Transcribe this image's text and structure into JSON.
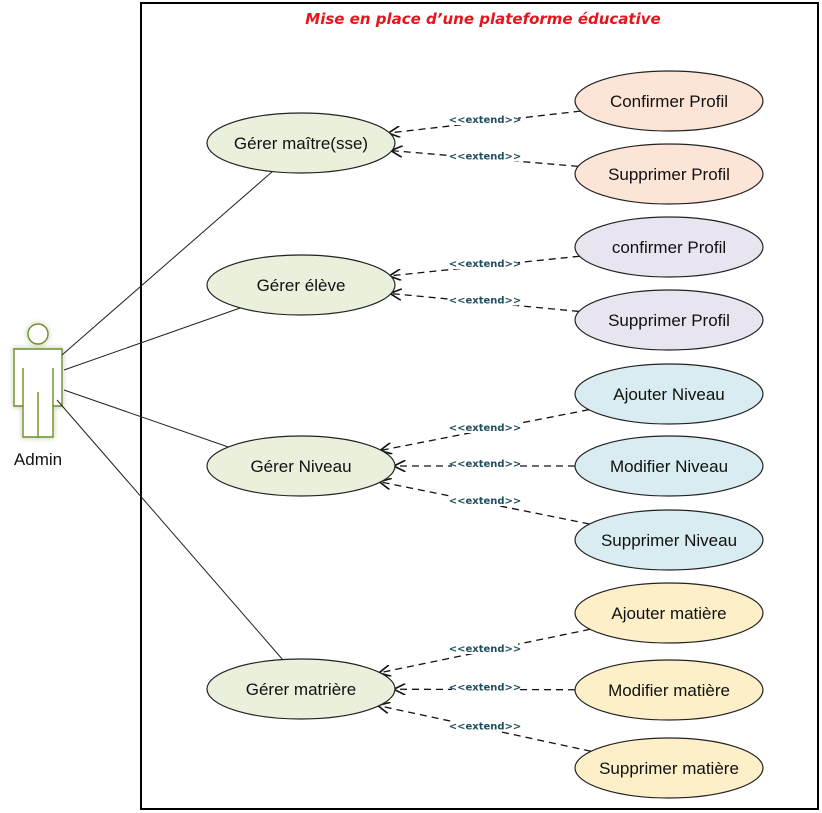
{
  "system": {
    "title": "Mise en place d’une plateforme éducative",
    "title_color": "#e8141c",
    "border_color": "#000000"
  },
  "actor": {
    "label": "Admin",
    "icon": "stick-figure-actor-icon",
    "outline_color": "#6b8e23",
    "glow_color": "#cfe3a8"
  },
  "main_use_cases": [
    {
      "id": "uc_maitre",
      "label": "Gérer maître(sse)",
      "fill": "#e9f1dd"
    },
    {
      "id": "uc_eleve",
      "label": "Gérer élève",
      "fill": "#e9f1dd"
    },
    {
      "id": "uc_niveau",
      "label": "Gérer Niveau",
      "fill": "#e9f1dd"
    },
    {
      "id": "uc_matiere",
      "label": "Gérer matrière",
      "fill": "#e9f1dd"
    }
  ],
  "extension_use_cases": [
    {
      "id": "ext_confirmer_maitre",
      "label": "Confirmer Profil",
      "fill": "#fce4d6",
      "extends": "uc_maitre"
    },
    {
      "id": "ext_supprimer_maitre",
      "label": "Supprimer Profil",
      "fill": "#fce4d6",
      "extends": "uc_maitre"
    },
    {
      "id": "ext_confirmer_eleve",
      "label": "confirmer Profil",
      "fill": "#e8e4f0",
      "extends": "uc_eleve"
    },
    {
      "id": "ext_supprimer_eleve",
      "label": "Supprimer Profil",
      "fill": "#e8e4f0",
      "extends": "uc_eleve"
    },
    {
      "id": "ext_ajouter_niveau",
      "label": "Ajouter Niveau",
      "fill": "#d9ecf2",
      "extends": "uc_niveau"
    },
    {
      "id": "ext_modifier_niveau",
      "label": "Modifier Niveau",
      "fill": "#d9ecf2",
      "extends": "uc_niveau"
    },
    {
      "id": "ext_supprimer_niveau",
      "label": "Supprimer Niveau",
      "fill": "#d9ecf2",
      "extends": "uc_niveau"
    },
    {
      "id": "ext_ajouter_matiere",
      "label": "Ajouter matière",
      "fill": "#fdf0c8",
      "extends": "uc_matiere"
    },
    {
      "id": "ext_modifier_matiere",
      "label": "Modifier matière",
      "fill": "#fdf0c8",
      "extends": "uc_matiere"
    },
    {
      "id": "ext_supprimer_matiere",
      "label": "Supprimer matière",
      "fill": "#fdf0c8",
      "extends": "uc_matiere"
    }
  ],
  "relations": {
    "extend_label": "<<extend>>"
  }
}
